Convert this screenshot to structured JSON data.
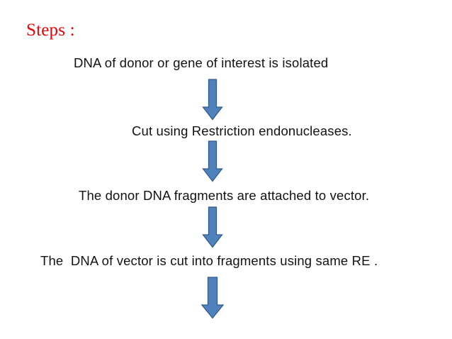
{
  "slide": {
    "background_color": "#ffffff",
    "title": "Steps :",
    "title_color": "#ee0000",
    "body_text_color": "#121212"
  },
  "arrow_style": {
    "fill_color": "#4F81BD",
    "stroke_color": "#335C8A",
    "direction": "down",
    "icon_name": "arrow-down-icon"
  },
  "flow": {
    "steps": [
      {
        "index": 1,
        "text": "DNA of donor or gene of interest is isolated"
      },
      {
        "index": 2,
        "text": "Cut using Restriction endonucleases."
      },
      {
        "index": 3,
        "text": "The donor DNA fragments are attached to vector."
      },
      {
        "index": 4,
        "text": "The  DNA of vector is cut into fragments using same RE ."
      }
    ],
    "connectors": [
      {
        "index": 1,
        "label": "arrow-down"
      },
      {
        "index": 2,
        "label": "arrow-down"
      },
      {
        "index": 3,
        "label": "arrow-down"
      },
      {
        "index": 4,
        "label": "arrow-down"
      }
    ]
  }
}
